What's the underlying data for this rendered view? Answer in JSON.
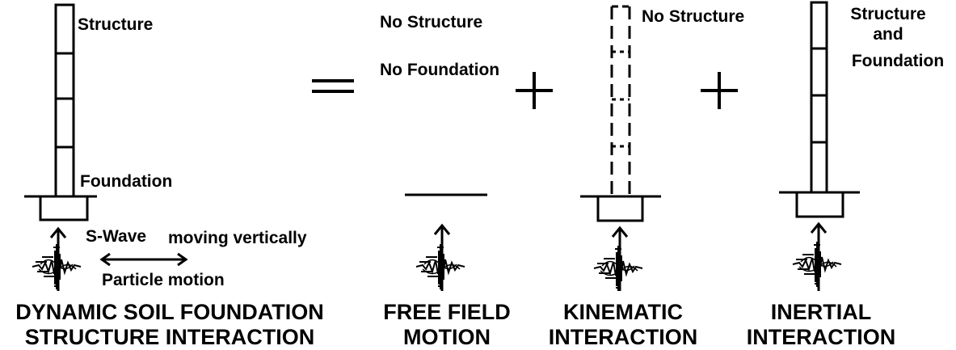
{
  "panels": {
    "dssi": {
      "structure_label": "Structure",
      "foundation_label": "Foundation",
      "wave_label": "S-Wave",
      "wave_direction_label": "moving vertically",
      "particle_label": "Particle motion",
      "caption_line1": "DYNAMIC SOIL FOUNDATION",
      "caption_line2": "STRUCTURE INTERACTION"
    },
    "free_field": {
      "no_structure_label": "No Structure",
      "no_foundation_label": "No Foundation",
      "caption_line1": "FREE FIELD",
      "caption_line2": "MOTION"
    },
    "kinematic": {
      "no_structure_label": "No Structure",
      "caption_line1": "KINEMATIC",
      "caption_line2": "INTERACTION"
    },
    "inertial": {
      "structure_label_line1": "Structure",
      "structure_label_line2": "and",
      "structure_label_line3": "Foundation",
      "caption_line1": "INERTIAL",
      "caption_line2": "INTERACTION"
    }
  },
  "operators": {
    "equals": "=",
    "plus": "+"
  },
  "colors": {
    "ink": "#000000",
    "background": "#ffffff"
  }
}
